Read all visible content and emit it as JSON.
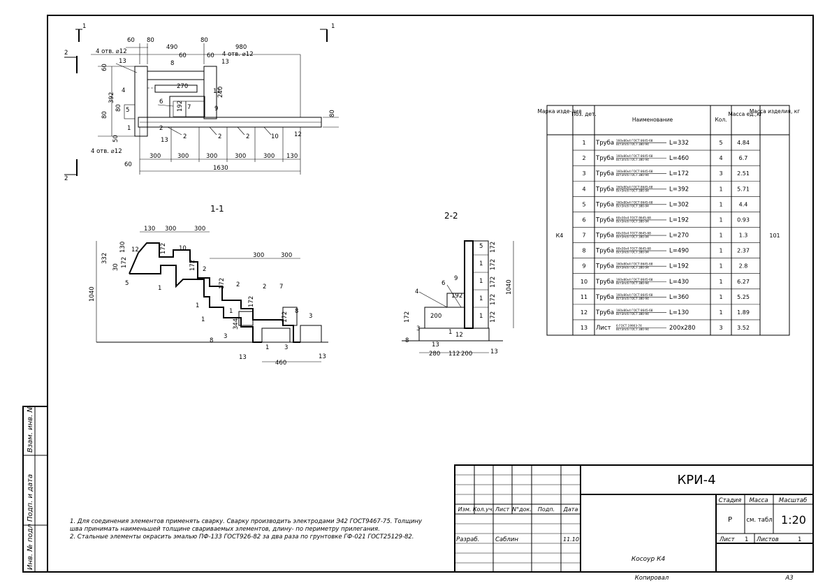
{
  "drawing": {
    "plan": {
      "section_marks": [
        "1",
        "1",
        "2",
        "2"
      ],
      "dims_top": [
        "60",
        "80",
        "490",
        "60",
        "60",
        "80",
        "980"
      ],
      "callouts": [
        "4 отв. ⌀12",
        "4 отв. ⌀12",
        "4 отв. ⌀12"
      ],
      "dims_inner": [
        "270",
        "240",
        "192",
        "60",
        "392",
        "80",
        "80",
        "50",
        "80"
      ],
      "dims_bottom": [
        "300",
        "300",
        "300",
        "300",
        "300",
        "130",
        "1630",
        "60"
      ],
      "marks": [
        "13",
        "8",
        "13",
        "4",
        "11",
        "6",
        "7",
        "5",
        "9",
        "2",
        "2",
        "2",
        "2",
        "1",
        "10",
        "12",
        "13"
      ]
    },
    "section_1": {
      "title": "1-1",
      "dims": [
        "130",
        "300",
        "300",
        "300",
        "300",
        "332",
        "130",
        "30",
        "172",
        "172",
        "172",
        "172",
        "172",
        "172",
        "1040",
        "344",
        "460",
        "8"
      ],
      "marks": [
        "12",
        "10",
        "1",
        "2",
        "5",
        "1",
        "2",
        "2",
        "7",
        "1",
        "8",
        "3",
        "3",
        "1",
        "3",
        "13",
        "13",
        "1"
      ]
    },
    "section_2": {
      "title": "2-2",
      "dims": [
        "172",
        "172",
        "172",
        "172",
        "172",
        "1040",
        "192",
        "200",
        "172",
        "280",
        "112",
        "200",
        "8"
      ],
      "marks": [
        "5",
        "1",
        "1",
        "1",
        "1",
        "6",
        "9",
        "4",
        "3",
        "1",
        "12",
        "13",
        "13"
      ]
    }
  },
  "spec_table": {
    "headers": [
      "Марка изде-лия",
      "Поз. дет.",
      "Наименование",
      "Кол.",
      "Масса ед.,кг",
      "Масса изделия, кг"
    ],
    "item_mark": "К4",
    "item_mass": "101",
    "rows": [
      {
        "pos": "1",
        "name": "Труба",
        "std_top": "160х80х4 ГОСТ 8645-68",
        "std_bot": "Вст3пс6 ГОСТ 380-94",
        "size": "L=332",
        "qty": "5",
        "mass": "4.84"
      },
      {
        "pos": "2",
        "name": "Труба",
        "std_top": "160х80х4 ГОСТ 8645-68",
        "std_bot": "Вст3пс6 ГОСТ 380-94",
        "size": "L=460",
        "qty": "4",
        "mass": "6.7"
      },
      {
        "pos": "3",
        "name": "Труба",
        "std_top": "160х80х4 ГОСТ 8645-68",
        "std_bot": "Вст3пс6 ГОСТ 380-94",
        "size": "L=172",
        "qty": "3",
        "mass": "2.51"
      },
      {
        "pos": "4",
        "name": "Труба",
        "std_top": "160х80х4 ГОСТ 8645-68",
        "std_bot": "Вст3пс6 ГОСТ 380-94",
        "size": "L=392",
        "qty": "1",
        "mass": "5.71"
      },
      {
        "pos": "5",
        "name": "Труба",
        "std_top": "160х80х4 ГОСТ 8645-68",
        "std_bot": "Вст3пс6 ГОСТ 380-94",
        "size": "L=302",
        "qty": "1",
        "mass": "4.4"
      },
      {
        "pos": "6",
        "name": "Труба",
        "std_top": "60х30х4 ГОСТ 8645-68",
        "std_bot": "Вст3пс6 ГОСТ 380-94",
        "size": "L=192",
        "qty": "1",
        "mass": "0.93"
      },
      {
        "pos": "7",
        "name": "Труба",
        "std_top": "60х30х4 ГОСТ 8645-68",
        "std_bot": "Вст3пс6 ГОСТ 380-94",
        "size": "L=270",
        "qty": "1",
        "mass": "1.3"
      },
      {
        "pos": "8",
        "name": "Труба",
        "std_top": "60х30х4 ГОСТ 8645-68",
        "std_bot": "Вст3пс6 ГОСТ 380-94",
        "size": "L=490",
        "qty": "1",
        "mass": "2.37"
      },
      {
        "pos": "9",
        "name": "Труба",
        "std_top": "160х80х4 ГОСТ 8645-68",
        "std_bot": "Вст3пс6 ГОСТ 380-94",
        "size": "L=192",
        "qty": "1",
        "mass": "2.8"
      },
      {
        "pos": "10",
        "name": "Труба",
        "std_top": "160х80х4 ГОСТ 8645-68",
        "std_bot": "Вст3пс6 ГОСТ 380-94",
        "size": "L=430",
        "qty": "1",
        "mass": "6.27"
      },
      {
        "pos": "11",
        "name": "Труба",
        "std_top": "160х80х4 ГОСТ 8645-68",
        "std_bot": "Вст3пс6 ГОСТ 380-94",
        "size": "L=360",
        "qty": "1",
        "mass": "5.25"
      },
      {
        "pos": "12",
        "name": "Труба",
        "std_top": "160х80х4 ГОСТ 8645-68",
        "std_bot": "Вст3пс6 ГОСТ 380-94",
        "size": "L=130",
        "qty": "1",
        "mass": "1.89"
      },
      {
        "pos": "13",
        "name": "Лист",
        "std_top": "6 ГОСТ 19903-74",
        "std_bot": "Вст3пс6 ГОСТ 380-94",
        "size": "200х280",
        "qty": "3",
        "mass": "3.52"
      }
    ]
  },
  "notes": {
    "line1": "1. Для соединения элементов применять сварку. Сварку производить электродами Э42 ГОСТ9467-75. Толщину",
    "line2": "шва принимать наименьшей толщине свариваемых элементов, длину- по периметру прилегания.",
    "line3": "2. Стальные элементы окрасить эмалью ПФ-133 ГОСТ926-82 за два раза по грунтовке ГФ-021 ГОСТ25129-82."
  },
  "side_stamp": {
    "inv_orig": "Инв. № подл",
    "sign_date": "Подп. и дата",
    "inv_sub": "Взам. инв. №"
  },
  "title_block": {
    "doc_code": "КРИ-4",
    "col_headers": [
      "Изм.",
      "Кол.уч.",
      "Лист",
      "N°док.",
      "Подп.",
      "Дата"
    ],
    "role_developer": "Разраб.",
    "developer_name": "Саблин",
    "developer_date": "11.10",
    "drawing_title": "Косоур К4",
    "stage_label": "Стадия",
    "mass_label": "Масса",
    "scale_label": "Масштаб",
    "stage_value": "Р",
    "mass_value": "см. табл",
    "scale_value": "1:20",
    "sheet_label": "Лист",
    "sheet_value": "1",
    "sheets_label": "Листов",
    "sheets_value": "1",
    "copied": "Копировал",
    "format": "А3"
  }
}
